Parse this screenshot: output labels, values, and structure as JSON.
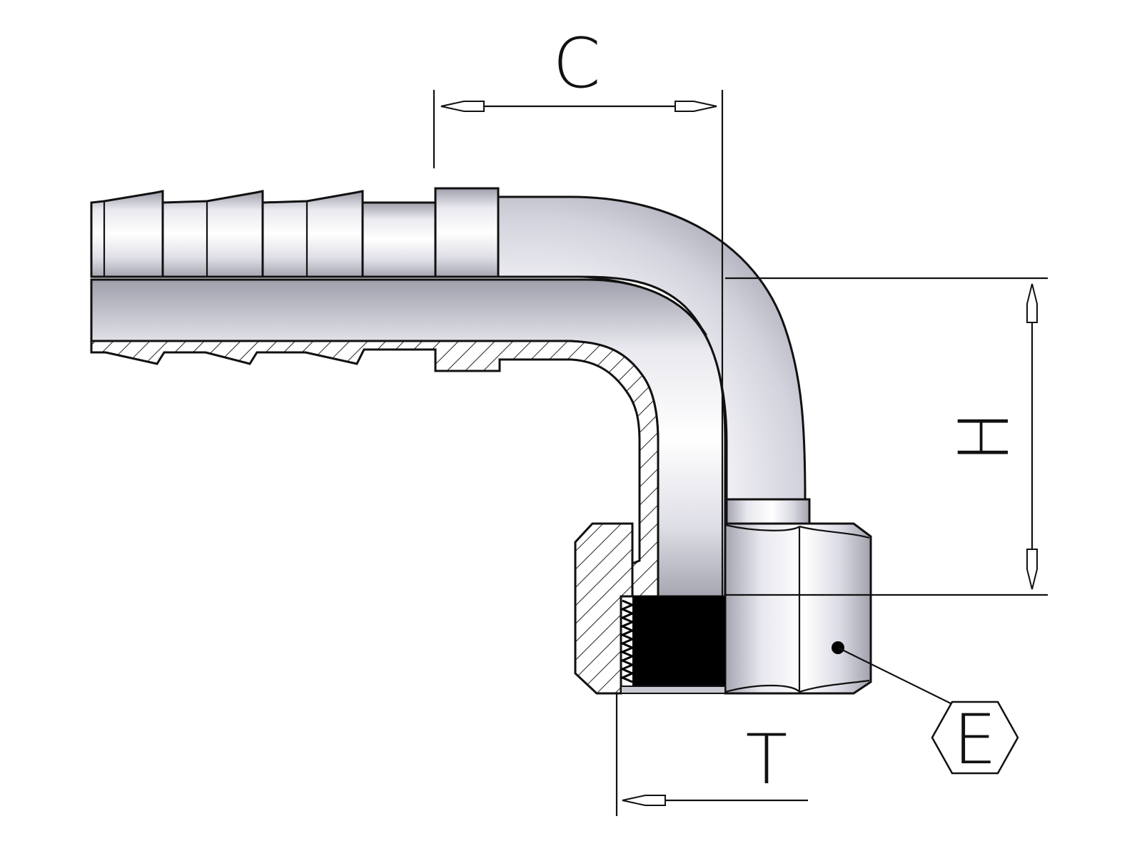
{
  "labels": {
    "c": "C",
    "h": "H",
    "t": "T",
    "e": "E"
  },
  "colors": {
    "outline": "#111111",
    "metal_light": "#fbfbfd",
    "metal_mid": "#d9d9df",
    "metal_dark": "#a9a9b4",
    "thread": "#000000",
    "background": "#ffffff"
  }
}
